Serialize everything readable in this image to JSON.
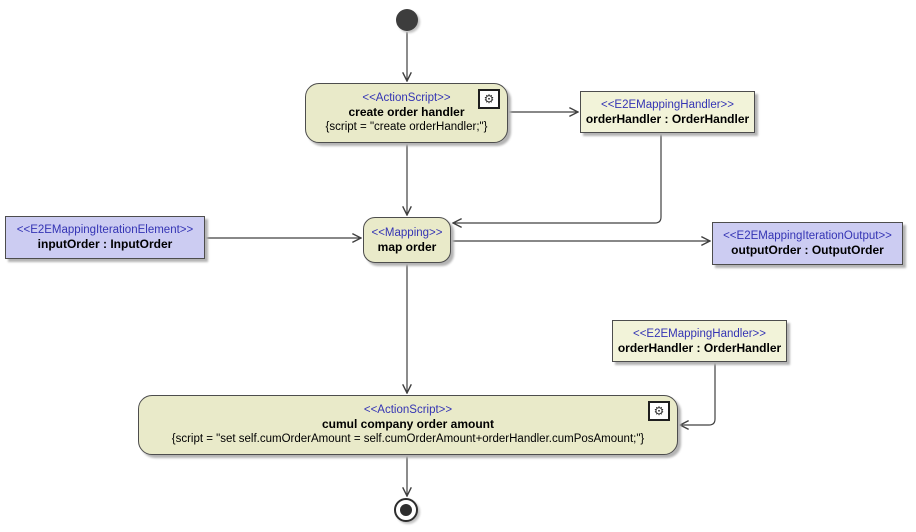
{
  "diagram": {
    "background": "#ffffff",
    "colors": {
      "action_fill": "#e9eac9",
      "handler_fill": "#f2f3d9",
      "iteration_fill": "#ccccf2",
      "stereotype_text": "#3434b4",
      "node_border": "#4d4d4d",
      "edge_line": "#404040"
    },
    "icons": {
      "gear": "⚙"
    },
    "nodes": {
      "createOrderHandler": {
        "stereotype": "<<ActionScript>>",
        "name": "create order handler",
        "script": "{script = \"create orderHandler;\"}"
      },
      "orderHandlerTop": {
        "stereotype": "<<E2EMappingHandler>>",
        "name": "orderHandler : OrderHandler"
      },
      "mapOrder": {
        "stereotype": "<<Mapping>>",
        "name": "map order"
      },
      "inputOrder": {
        "stereotype": "<<E2EMappingIterationElement>>",
        "name": "inputOrder : InputOrder"
      },
      "outputOrder": {
        "stereotype": "<<E2EMappingIterationOutput>>",
        "name": "outputOrder : OutputOrder"
      },
      "orderHandlerBottom": {
        "stereotype": "<<E2EMappingHandler>>",
        "name": "orderHandler : OrderHandler"
      },
      "cumulCompanyOrderAmount": {
        "stereotype": "<<ActionScript>>",
        "name": "cumul company order amount",
        "script": "{script = \"set self.cumOrderAmount = self.cumOrderAmount+orderHandler.cumPosAmount;\"}"
      }
    }
  }
}
